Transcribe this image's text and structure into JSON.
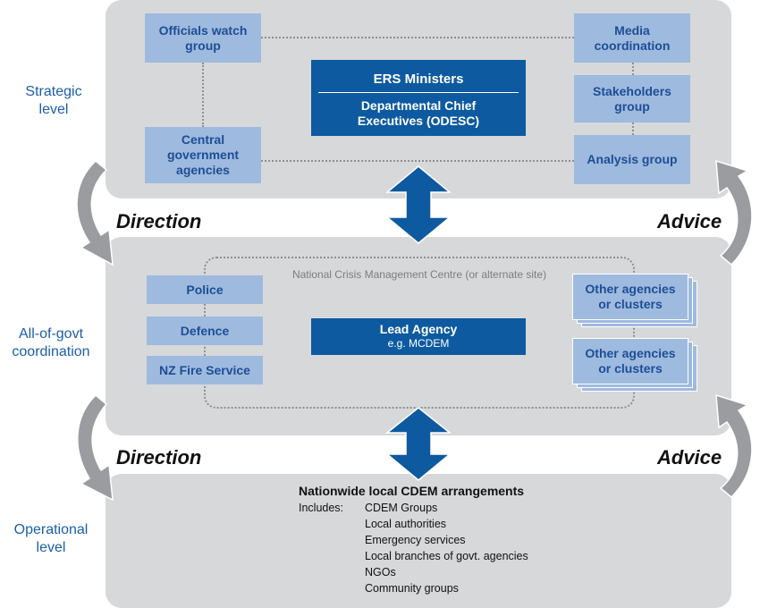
{
  "levels": {
    "strategic": "Strategic\nlevel",
    "all_of_govt": "All-of-govt\ncoordination",
    "operational": "Operational\nlevel"
  },
  "flow": {
    "direction_top": "Direction",
    "advice_top": "Advice",
    "direction_bottom": "Direction",
    "advice_bottom": "Advice"
  },
  "strategic": {
    "officials_watch_group": "Officials watch group",
    "central_government_agencies": "Central government agencies",
    "media_coordination": "Media coordination",
    "stakeholders_group": "Stakeholders group",
    "analysis_group": "Analysis group",
    "ers_ministers": "ERS Ministers",
    "odesc": "Departmental Chief Executives (ODESC)"
  },
  "coordination": {
    "ncmc_label": "National Crisis Management Centre (or alternate site)",
    "police": "Police",
    "defence": "Defence",
    "nz_fire_service": "NZ Fire Service",
    "lead_agency": "Lead Agency",
    "lead_agency_example": "e.g. MCDEM",
    "other_agencies_1": "Other agencies or clusters",
    "other_agencies_2": "Other agencies or clusters"
  },
  "operational": {
    "title": "Nationwide local CDEM arrangements",
    "includes_label": "Includes:",
    "items": [
      "CDEM Groups",
      "Local authorities",
      "Emergency services",
      "Local branches of govt. agencies",
      "NGOs",
      "Community groups"
    ]
  },
  "colors": {
    "panel": "#d7d8da",
    "box": "#9fbadf",
    "box_text": "#1b4f95",
    "dark": "#0e5aa0",
    "level_text": "#1b5ea8"
  }
}
